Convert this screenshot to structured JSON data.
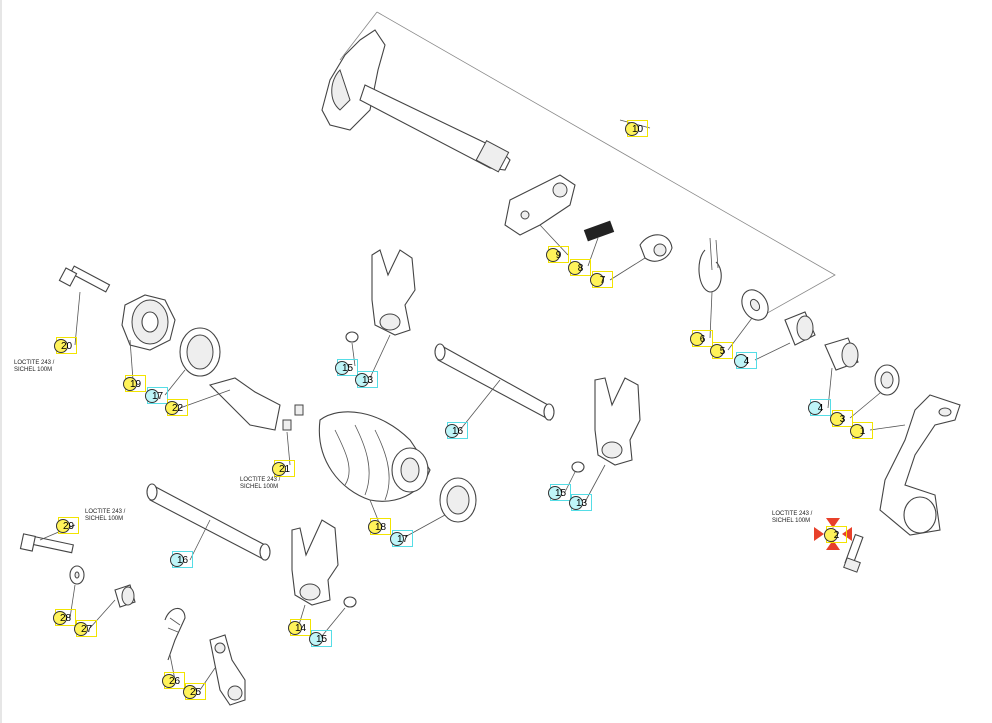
{
  "callouts": [
    {
      "id": "c10",
      "num": "10",
      "color": "yellow"
    },
    {
      "id": "c9",
      "num": "9",
      "color": "yellow"
    },
    {
      "id": "c8",
      "num": "8",
      "color": "yellow"
    },
    {
      "id": "c7",
      "num": "7",
      "color": "yellow"
    },
    {
      "id": "c6",
      "num": "6",
      "color": "yellow"
    },
    {
      "id": "c5",
      "num": "5",
      "color": "yellow"
    },
    {
      "id": "c4a",
      "num": "4",
      "color": "cyan"
    },
    {
      "id": "c4b",
      "num": "4",
      "color": "cyan"
    },
    {
      "id": "c3",
      "num": "3",
      "color": "yellow"
    },
    {
      "id": "c1",
      "num": "1",
      "color": "yellow"
    },
    {
      "id": "c2",
      "num": "2",
      "color": "yellow"
    },
    {
      "id": "c20",
      "num": "20",
      "color": "yellow"
    },
    {
      "id": "c19",
      "num": "19",
      "color": "yellow"
    },
    {
      "id": "c17a",
      "num": "17",
      "color": "cyan"
    },
    {
      "id": "c22",
      "num": "22",
      "color": "yellow"
    },
    {
      "id": "c15a",
      "num": "15",
      "color": "cyan"
    },
    {
      "id": "c13a",
      "num": "13",
      "color": "cyan"
    },
    {
      "id": "c16a",
      "num": "16",
      "color": "cyan"
    },
    {
      "id": "c21",
      "num": "21",
      "color": "yellow"
    },
    {
      "id": "c15b",
      "num": "15",
      "color": "cyan"
    },
    {
      "id": "c13b",
      "num": "13",
      "color": "cyan"
    },
    {
      "id": "c18",
      "num": "18",
      "color": "yellow"
    },
    {
      "id": "c17b",
      "num": "17",
      "color": "cyan"
    },
    {
      "id": "c29",
      "num": "29",
      "color": "yellow"
    },
    {
      "id": "c16b",
      "num": "16",
      "color": "cyan"
    },
    {
      "id": "c28",
      "num": "28",
      "color": "yellow"
    },
    {
      "id": "c27",
      "num": "27",
      "color": "yellow"
    },
    {
      "id": "c14",
      "num": "14",
      "color": "yellow"
    },
    {
      "id": "c15c",
      "num": "15",
      "color": "cyan"
    },
    {
      "id": "c26",
      "num": "26",
      "color": "yellow"
    },
    {
      "id": "c25",
      "num": "25",
      "color": "yellow"
    }
  ],
  "notes": {
    "loctite_20": "LOCTITE 243 /\nSICHEL 100M",
    "loctite_21": "LOCTITE 243 /\nSICHEL 100M",
    "loctite_29": "LOCTITE 243 /\nSICHEL 100M",
    "loctite_2": "LOCTITE 243 /\nSICHEL 100M"
  },
  "colors": {
    "yellow": "#f2e400",
    "cyan": "#55dde6",
    "highlight": "#e8402a"
  }
}
